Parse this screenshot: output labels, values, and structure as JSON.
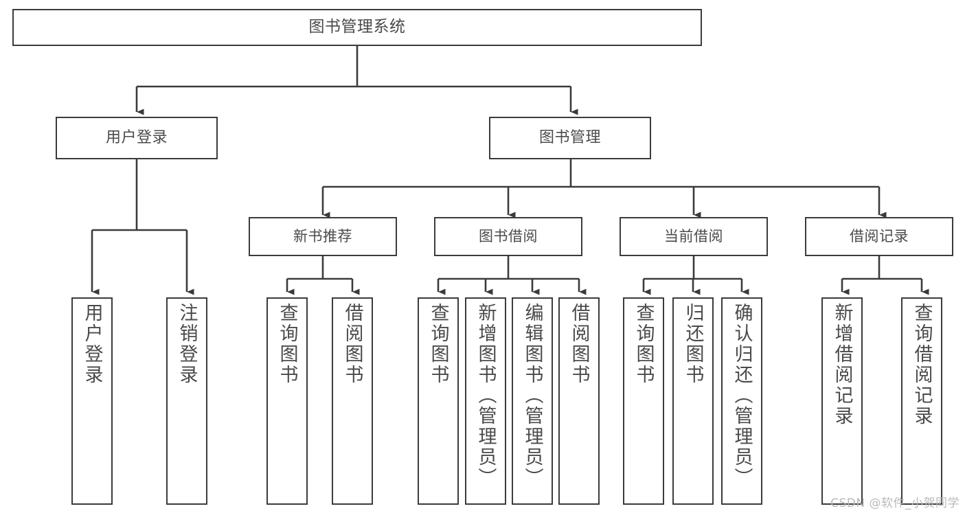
{
  "diagram": {
    "type": "tree",
    "title": "图书管理系统",
    "watermark": "CSDN @软件_小贺同学",
    "colors": {
      "stroke": "#3b3b3b",
      "text": "#4a4a4a",
      "background": "#ffffff",
      "watermark": "#b9b9b9"
    },
    "root": {
      "label": "图书管理系统"
    },
    "level2": [
      {
        "label": "用户登录"
      },
      {
        "label": "图书管理"
      }
    ],
    "level3": [
      {
        "label": "新书推荐"
      },
      {
        "label": "图书借阅"
      },
      {
        "label": "当前借阅"
      },
      {
        "label": "借阅记录"
      }
    ],
    "leaves": {
      "user_login": [
        {
          "label": "用户登录"
        },
        {
          "label": "注销登录"
        }
      ],
      "new_book_recommend": [
        {
          "label": "查询图书"
        },
        {
          "label": "借阅图书"
        }
      ],
      "book_borrow": [
        {
          "label": "查询图书"
        },
        {
          "label": "新增图书（管理员）"
        },
        {
          "label": "编辑图书（管理员）"
        },
        {
          "label": "借阅图书"
        }
      ],
      "current_borrow": [
        {
          "label": "查询图书"
        },
        {
          "label": "归还图书"
        },
        {
          "label": "确认归还（管理员）"
        }
      ],
      "borrow_record": [
        {
          "label": "新增借阅记录"
        },
        {
          "label": "查询借阅记录"
        }
      ]
    }
  }
}
